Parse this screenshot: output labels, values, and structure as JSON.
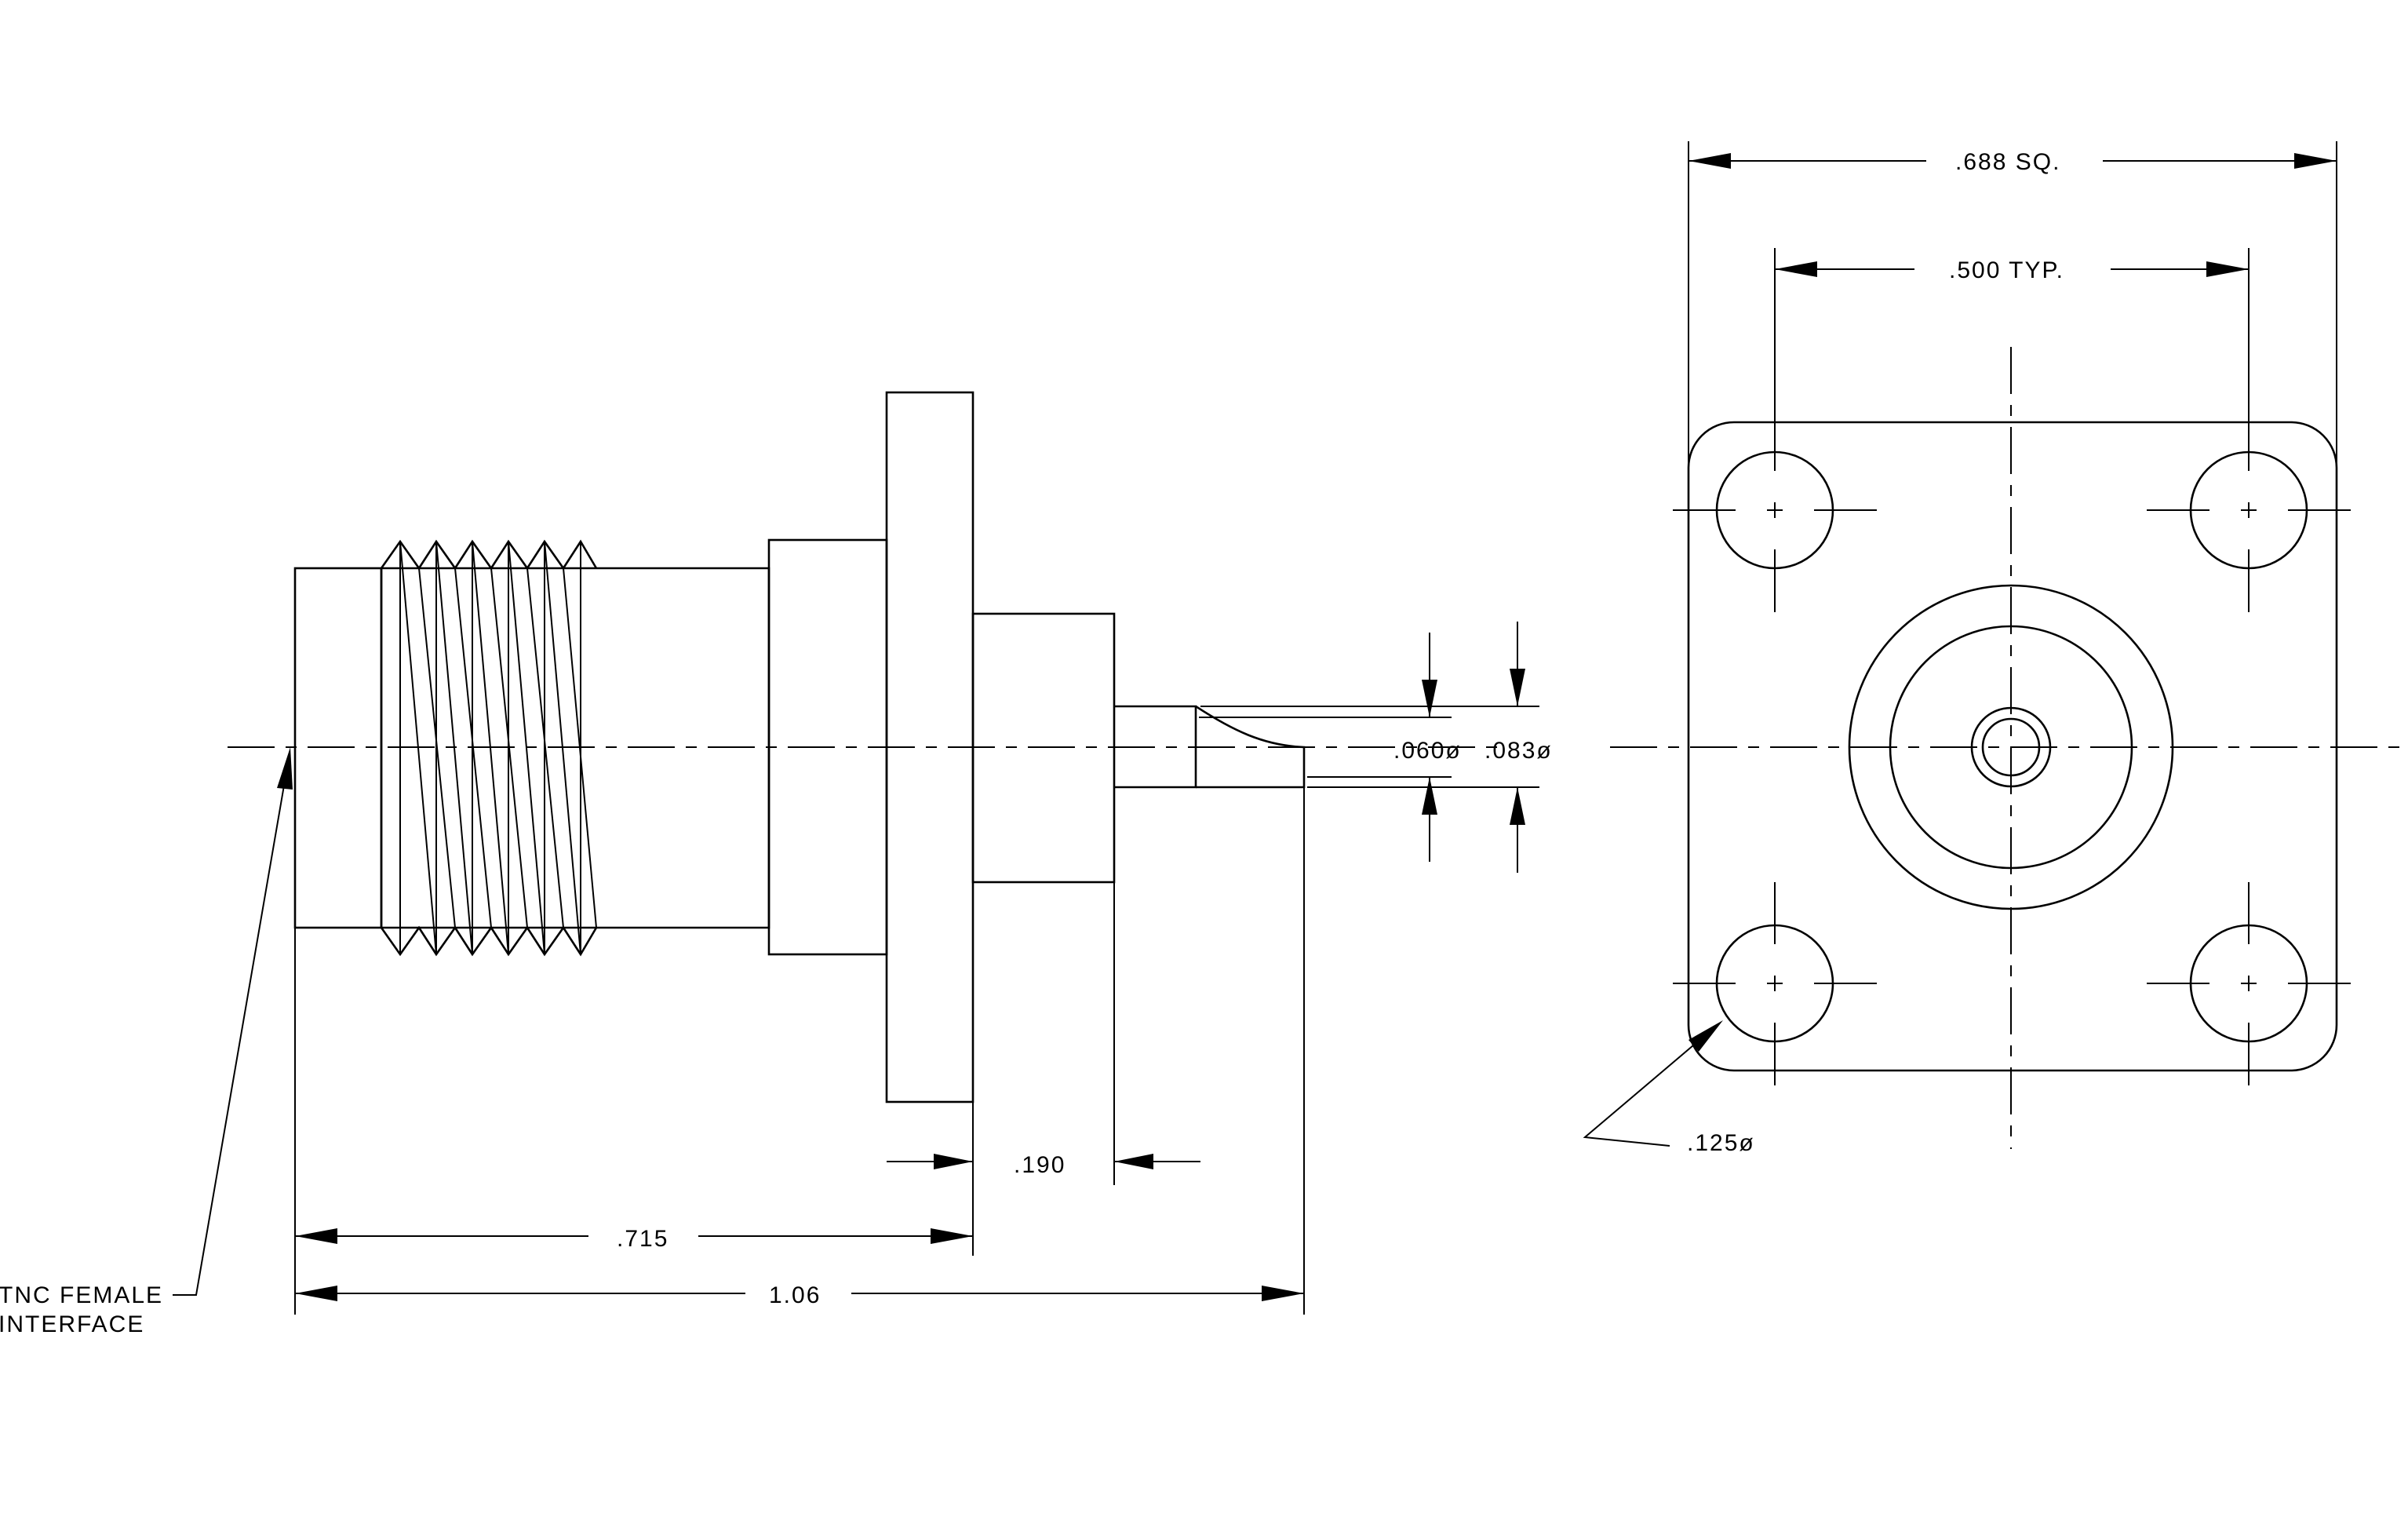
{
  "dimensions": {
    "square_size": ".688 SQ.",
    "hole_spacing": ".500 TYP.",
    "hole_diameter": ".125ø",
    "pin_diameter": ".060ø",
    "dielectric_diameter": ".083ø",
    "body_length": ".190",
    "flange_to_interface": ".715",
    "overall_length": "1.06"
  },
  "callouts": {
    "interface_line1": "TNC FEMALE",
    "interface_line2": "INTERFACE"
  }
}
